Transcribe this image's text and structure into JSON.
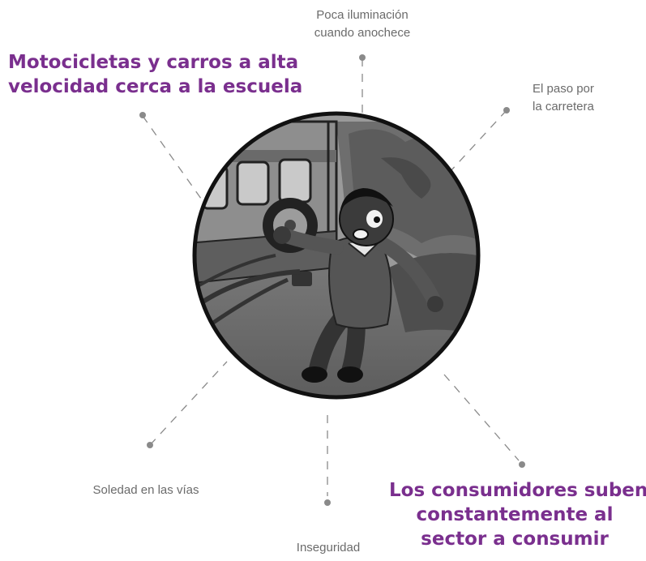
{
  "colors": {
    "highlight_text": "#7a2f8e",
    "normal_text": "#6b6b6b",
    "connector": "#8a8a8a",
    "circle_border": "#111111"
  },
  "illustration": {
    "icon": "frightened-child-near-bus-illustration"
  },
  "labels": {
    "top_center": [
      "Poca iluminación",
      "cuando anochece"
    ],
    "top_left": [
      "Motocicletas y carros a alta",
      "velocidad cerca a la escuela"
    ],
    "top_right": [
      "El paso por",
      "la carretera"
    ],
    "bottom_left": [
      "Soledad en las vías"
    ],
    "bottom_center": [
      "Inseguridad"
    ],
    "bottom_right": [
      "Los consumidores suben",
      "constantemente al",
      "sector a consumir"
    ]
  }
}
